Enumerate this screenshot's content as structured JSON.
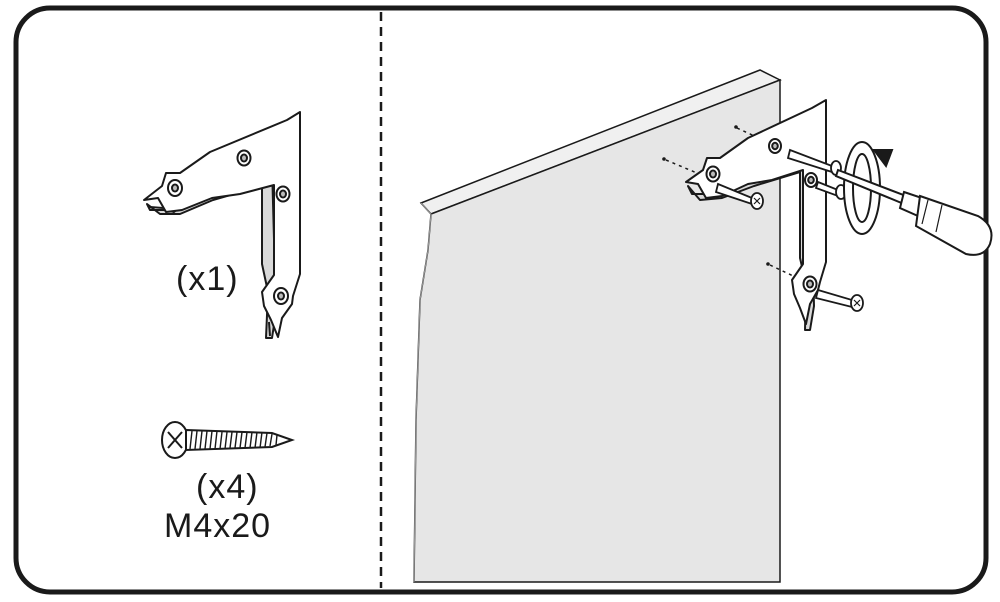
{
  "panels": {
    "parts": {
      "bracket": {
        "quantity": "(x1)"
      },
      "screw": {
        "quantity": "(x4)",
        "size": "M4x20"
      }
    },
    "installation": {
      "rotation_hint_icon": "clockwise-arrow-icon",
      "tool_icon": "screwdriver-icon"
    }
  },
  "colors": {
    "outline": "#1a1a1a",
    "panel_fill": "#e6e6e6",
    "panel_top": "#f2f2f2",
    "bracket_fill": "#ffffff"
  }
}
